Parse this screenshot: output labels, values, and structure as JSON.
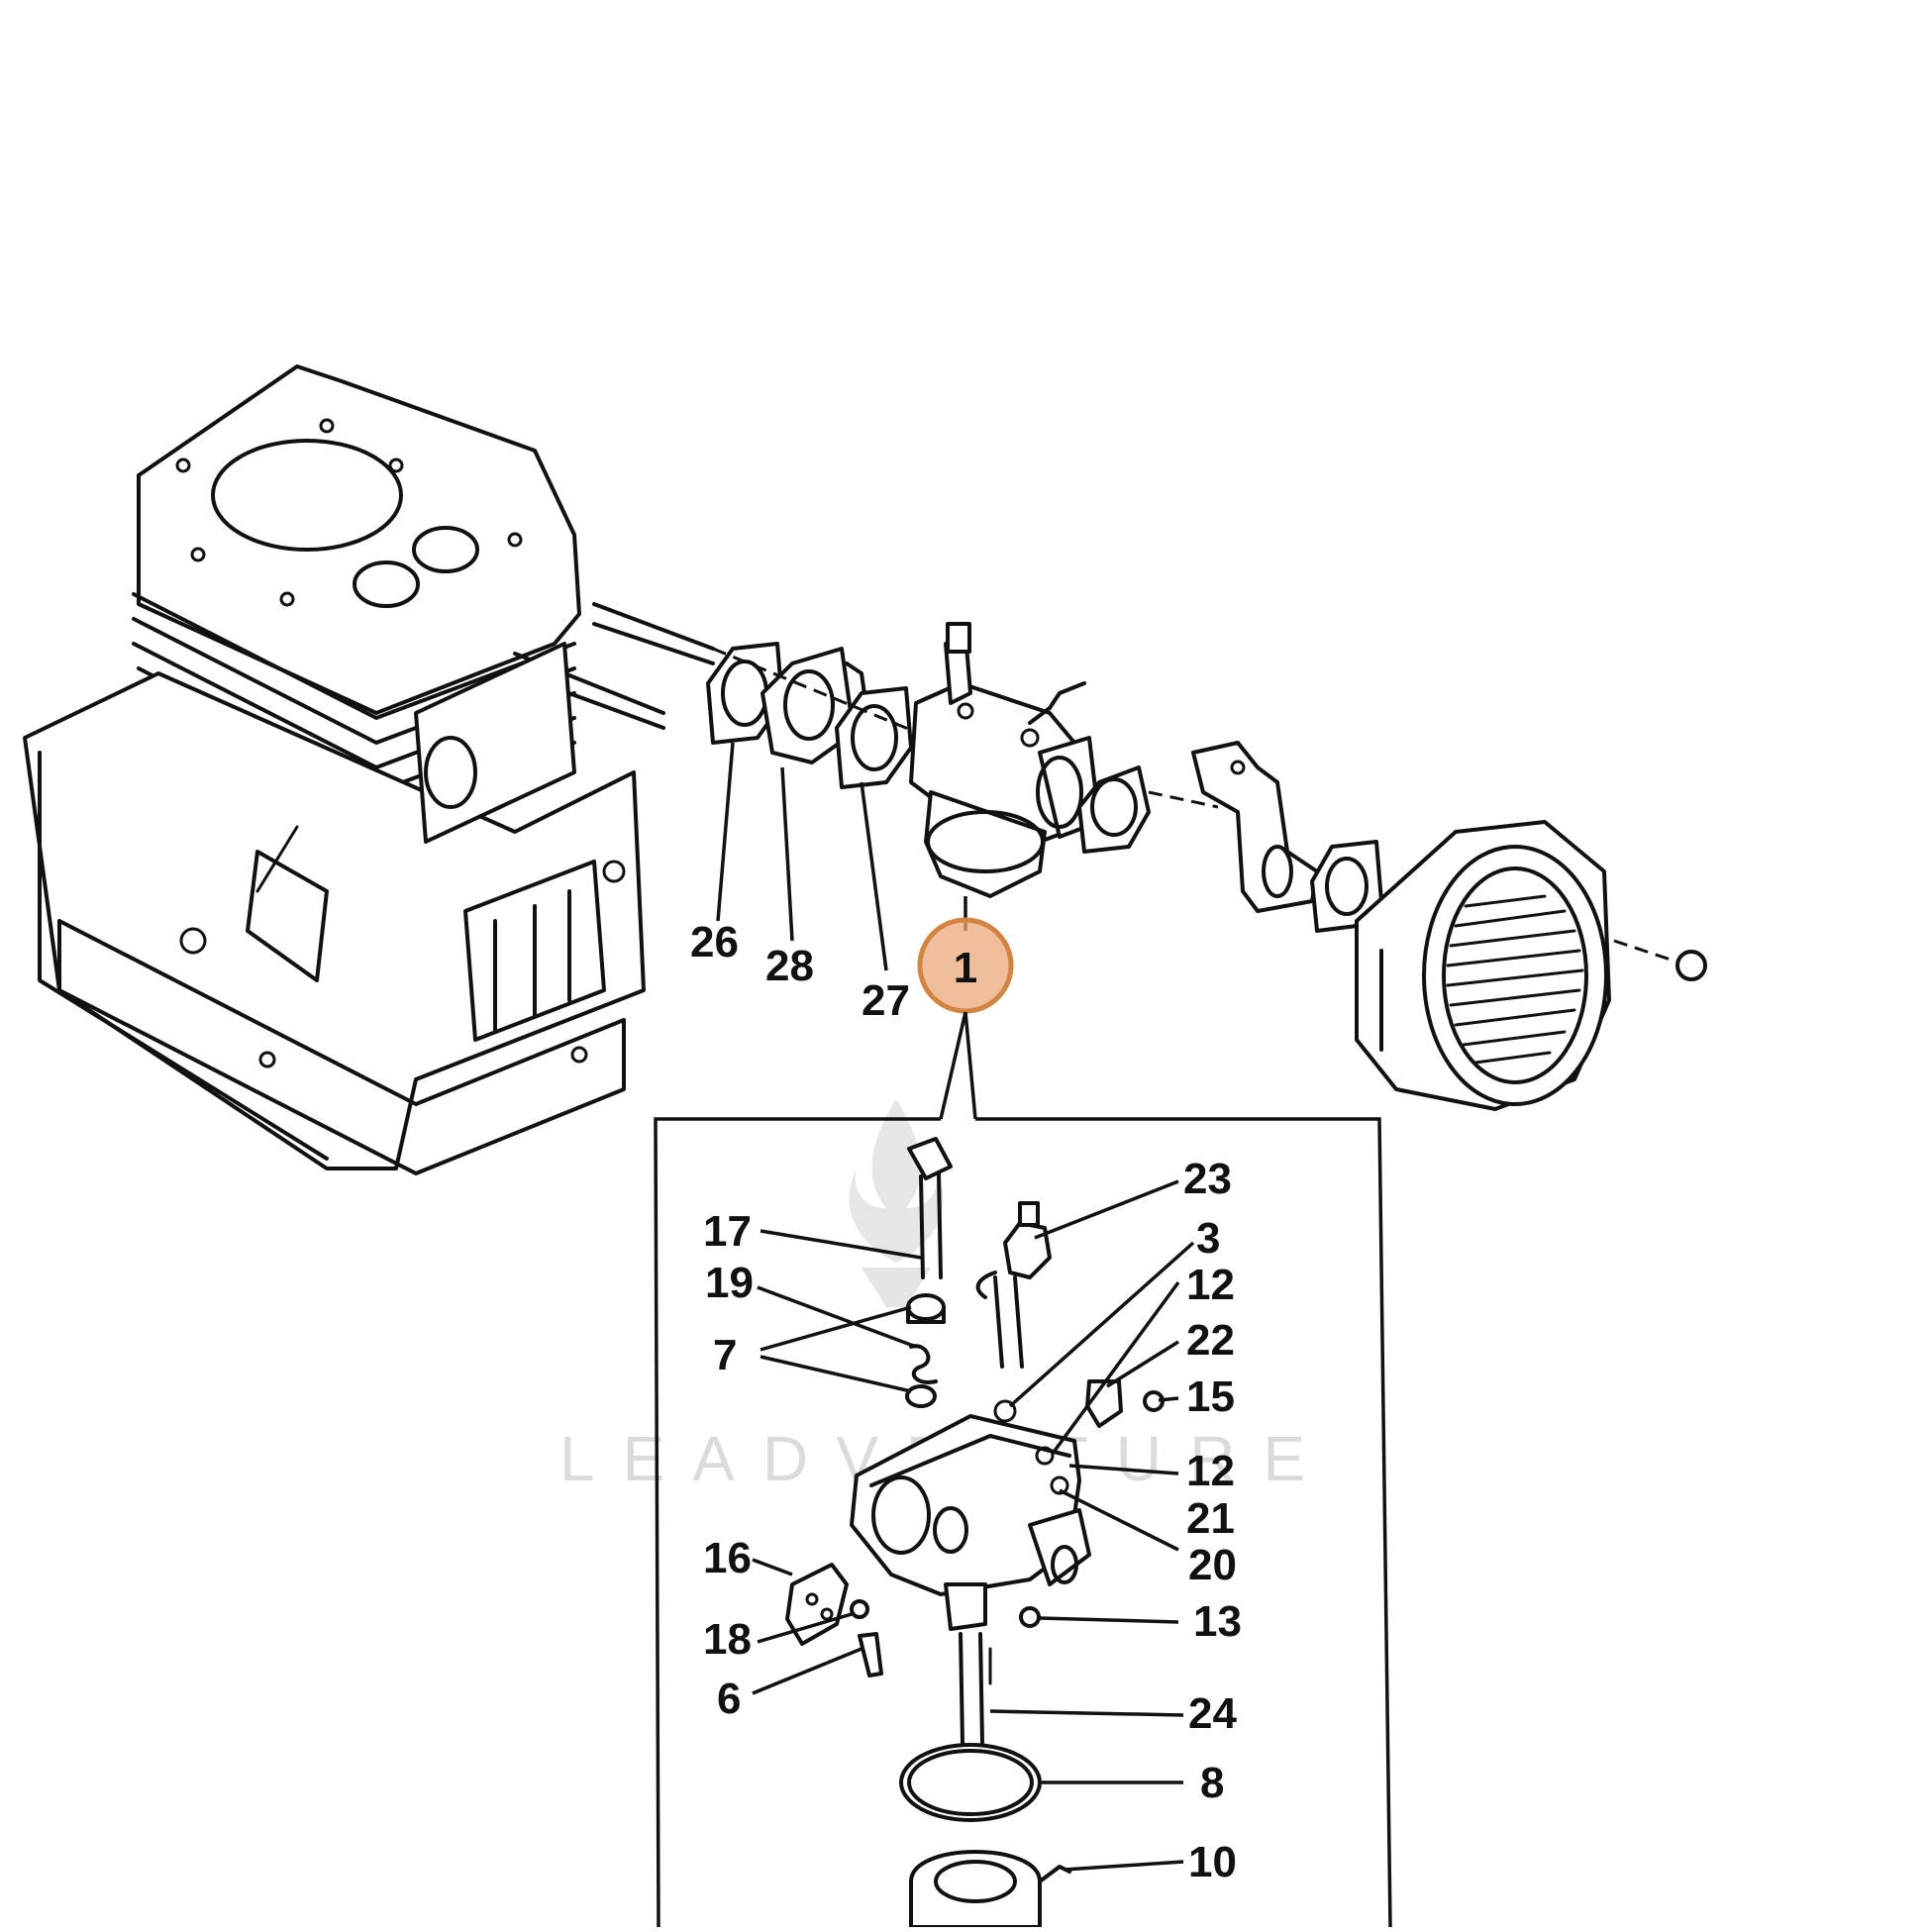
{
  "colors": {
    "highlight": "#E8A87C",
    "highlight_stroke": "#D4843F",
    "ink": "#111111",
    "watermark": "#D8D8D8"
  },
  "watermark": {
    "text": "LEADVENTURE"
  },
  "callouts_main": {
    "c26": "26",
    "c28": "28",
    "c27": "27",
    "c1": "1"
  },
  "callouts_detail": {
    "c17": "17",
    "c19": "19",
    "c7": "7",
    "c16": "16",
    "c18": "18",
    "c6": "6",
    "c23": "23",
    "c3": "3",
    "c12a": "12",
    "c22": "22",
    "c15": "15",
    "c12b": "12",
    "c21": "21",
    "c20": "20",
    "c13": "13",
    "c24": "24",
    "c8": "8",
    "c10": "10"
  },
  "icons": [
    "engine-block-icon",
    "carburetor-icon",
    "air-cleaner-icon",
    "flame-logo-icon"
  ]
}
